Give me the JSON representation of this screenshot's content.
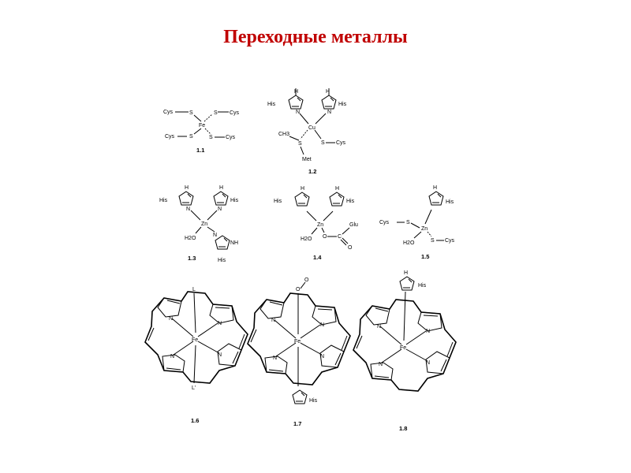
{
  "title": "Переходные металлы",
  "structures": {
    "s11": {
      "number": "1.1",
      "metal": "Fe",
      "ligands": [
        "Cys",
        "Cys",
        "Cys",
        "Cys"
      ],
      "atoms": [
        "S",
        "S",
        "S",
        "S"
      ]
    },
    "s12": {
      "number": "1.2",
      "metal": "Cu",
      "his": [
        "His",
        "His"
      ],
      "n": "N",
      "nh": "H",
      "ch3": "CH3",
      "s": "S",
      "met": "Met",
      "cys": "Cys"
    },
    "s13": {
      "number": "1.3",
      "metal": "Zn",
      "his": [
        "His",
        "His",
        "His"
      ],
      "h2o": "H2O",
      "n": "N",
      "nh": "NH",
      "h": "H"
    },
    "s14": {
      "number": "1.4",
      "metal": "Zn",
      "his": [
        "His",
        "His"
      ],
      "h2o": "H2O",
      "o": "O",
      "c": "C",
      "glu": "Glu"
    },
    "s15": {
      "number": "1.5",
      "metal": "Zn",
      "his": "His",
      "cys": [
        "Cys",
        "Cys"
      ],
      "s": "S",
      "h2o": "H2O"
    },
    "s16": {
      "number": "1.6",
      "metal": "Fe",
      "ligand_top": "L",
      "ligand_bottom": "L'",
      "n": "N"
    },
    "s17": {
      "number": "1.7",
      "metal": "Fe",
      "o": "O",
      "his": "His",
      "n": "N"
    },
    "s18": {
      "number": "1.8",
      "metal": "Fe",
      "his": "His",
      "n": "N"
    }
  }
}
